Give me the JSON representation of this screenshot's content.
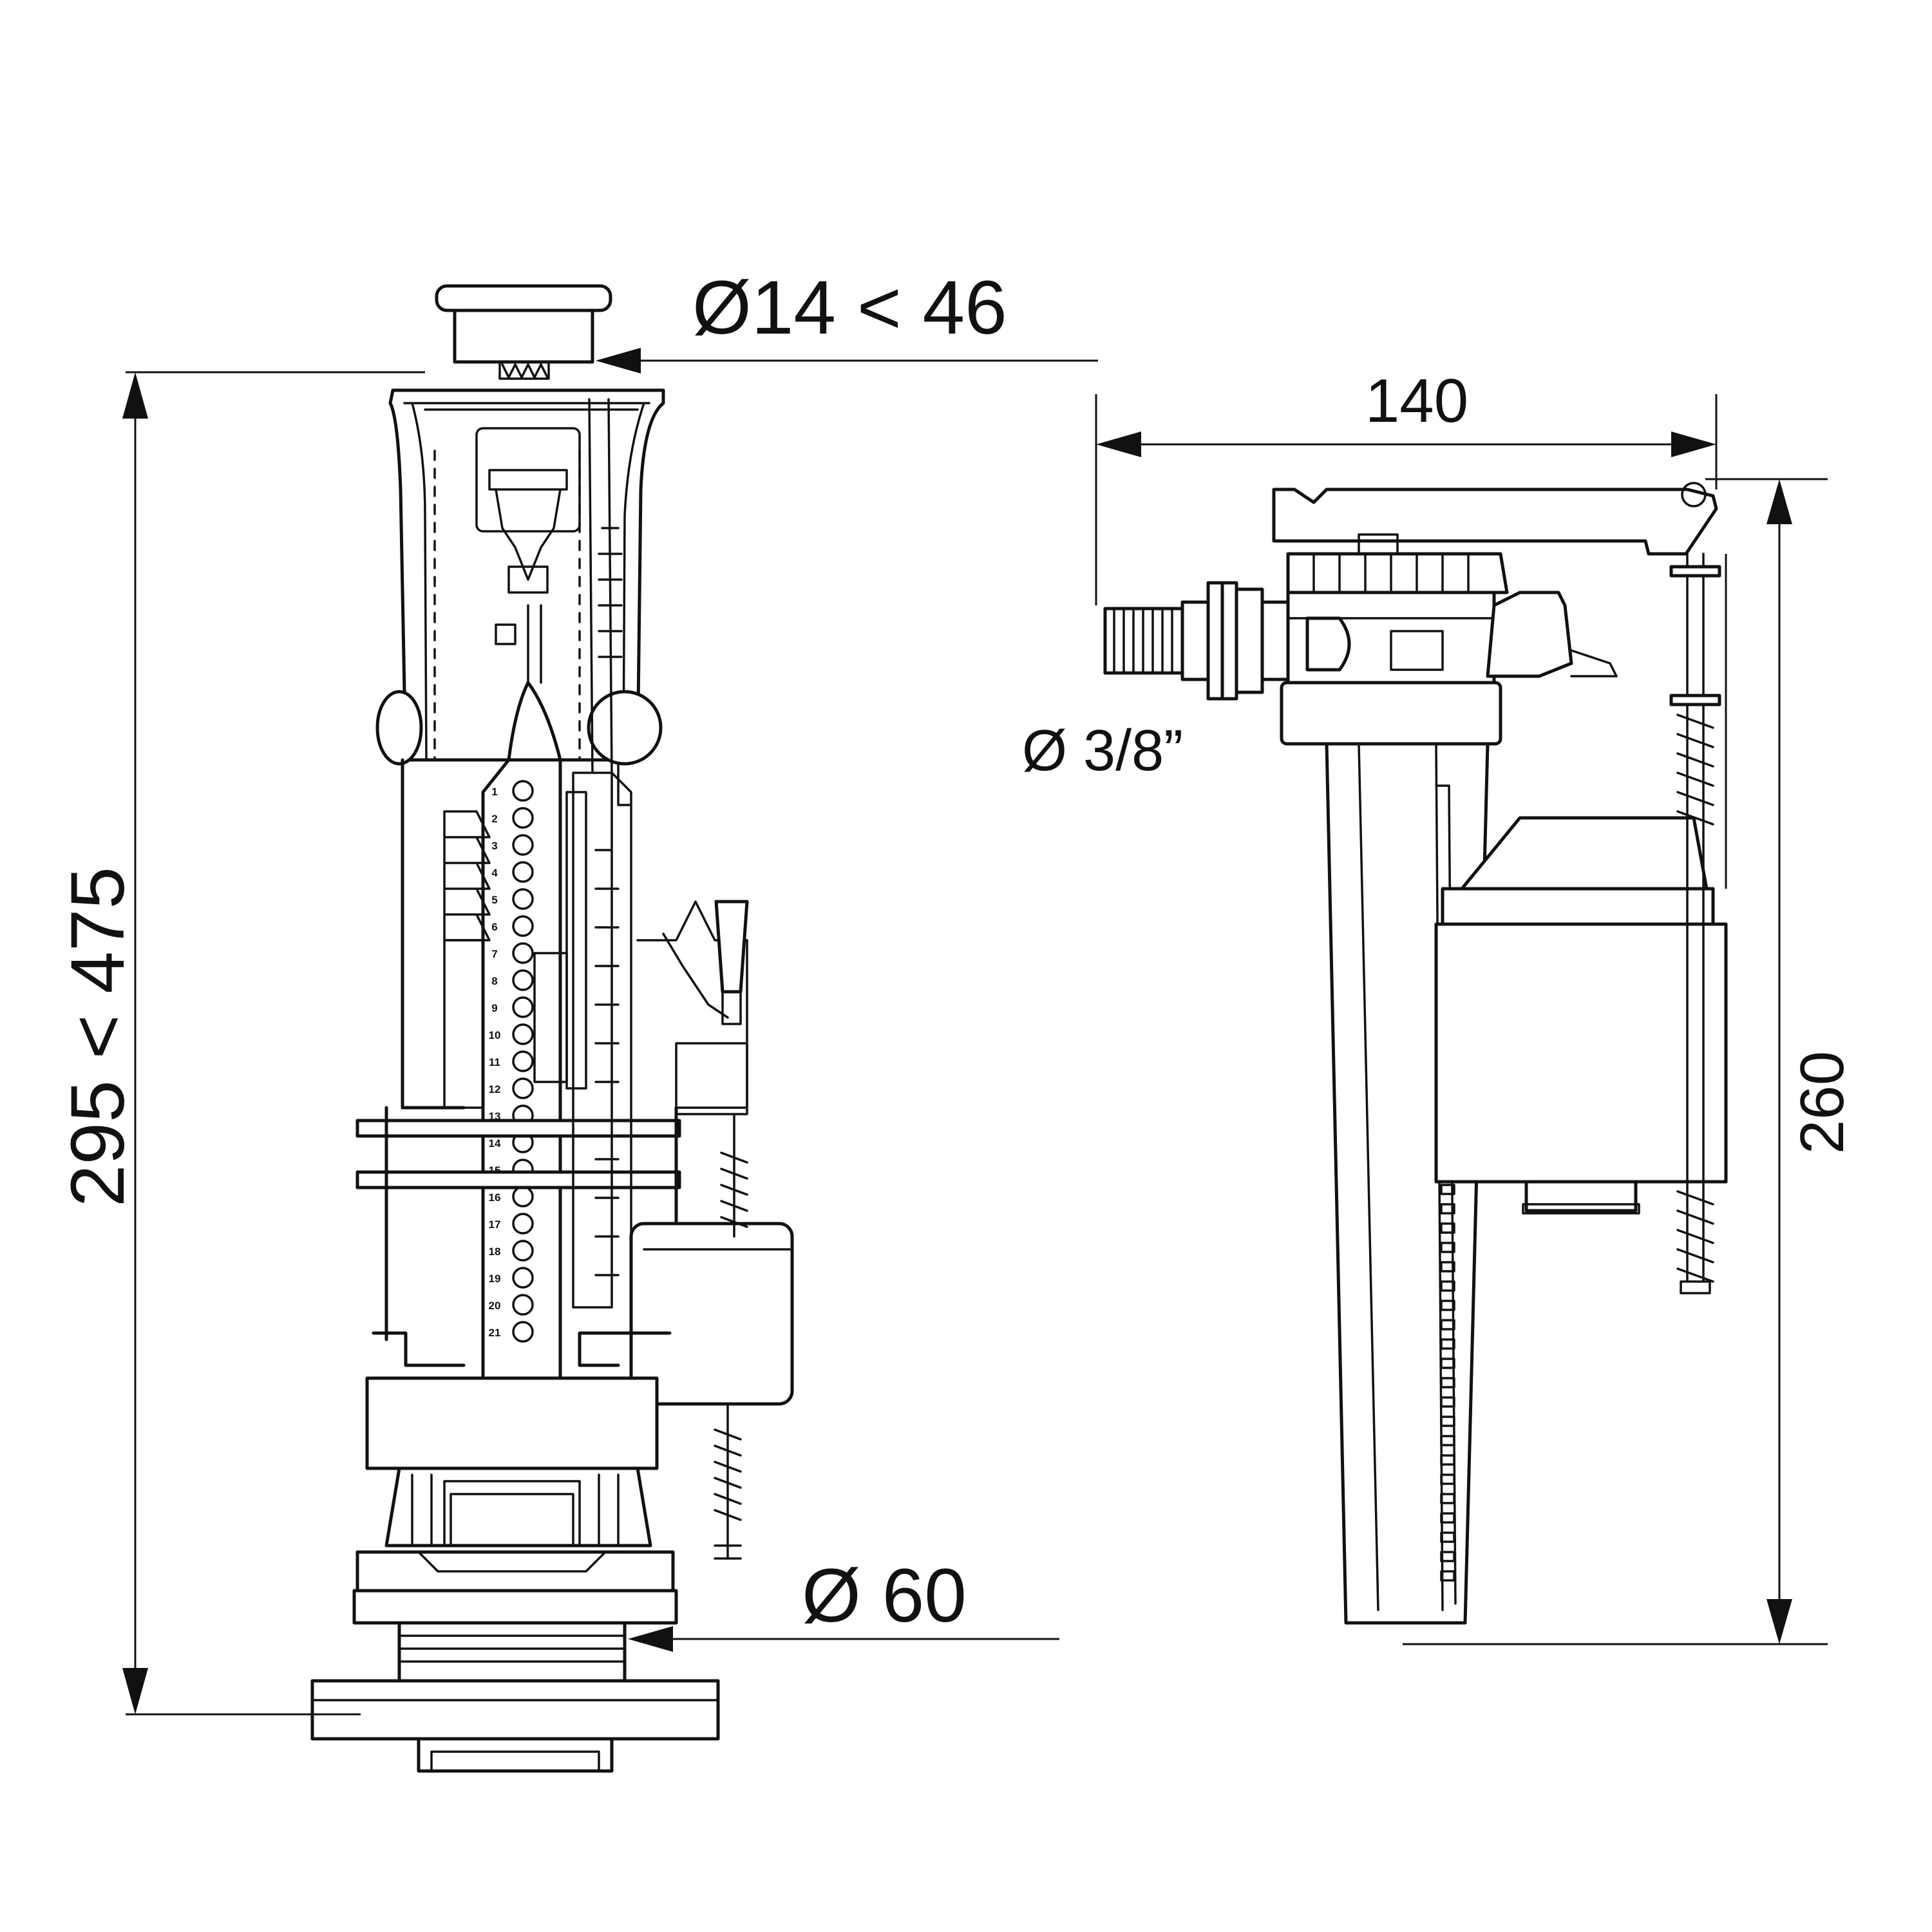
{
  "flush_valve": {
    "height_label": "295 < 475",
    "button_diameter_label": "Ø14 < 46",
    "base_diameter_label": "Ø 60",
    "scale_marks": [
      "1",
      "2",
      "3",
      "4",
      "5",
      "6",
      "7",
      "8",
      "9",
      "10",
      "11",
      "12",
      "13",
      "14",
      "15",
      "16",
      "17",
      "18",
      "19",
      "20",
      "21"
    ]
  },
  "fill_valve": {
    "width_label": "140",
    "height_label": "260",
    "inlet_label": "Ø 3/8”"
  },
  "colors": {
    "line": "#111111",
    "background": "#ffffff"
  }
}
